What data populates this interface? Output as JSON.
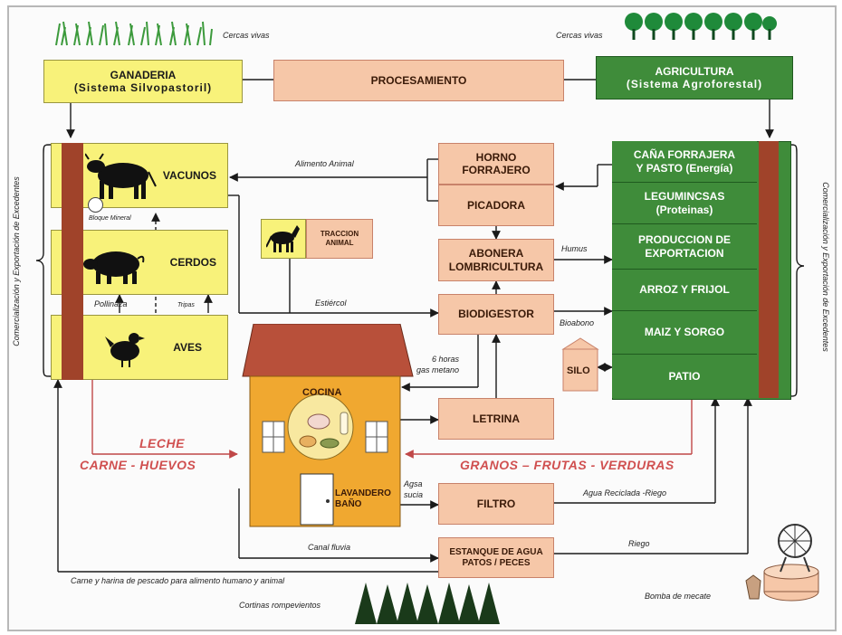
{
  "top": {
    "cercas_left": "Cercas vivas",
    "cercas_right": "Cercas vivas",
    "ganaderia_l1": "GANADERIA",
    "ganaderia_l2": "(Sistema Silvopastoril)",
    "procesamiento": "PROCESAMIENTO",
    "agricultura_l1": "AGRICULTURA",
    "agricultura_l2": "(Sistema Agroforestal)"
  },
  "animals": {
    "vacunos": "VACUNOS",
    "bloque": "Bloque Mineral",
    "cerdos": "CERDOS",
    "pollinaza": "Pollinaza",
    "tripas": "Tripas",
    "aves": "AVES",
    "traccion": "TRACCION\nANIMAL"
  },
  "center": {
    "horno": "HORNO\nFORRAJERO",
    "picadora": "PICADORA",
    "abonera": "ABONERA\nLOMBRICULTURA",
    "biodigestor": "BIODIGESTOR",
    "letrina": "LETRINA",
    "filtro": "FILTRO",
    "estanque": "ESTANQUE DE AGUA\nPATOS / PECES",
    "silo": "SILO",
    "cocina": "COCINA",
    "lavandero": "LAVANDERO\nBAÑO"
  },
  "agri_rows": [
    "CAÑA FORRAJERA\nY PASTO (Energía)",
    "LEGUMINCSAS\n(Proteinas)",
    "PRODUCCION DE\nEXPORTACION",
    "ARROZ Y FRIJOL",
    "MAIZ Y SORGO",
    "PATIO"
  ],
  "labels": {
    "alimento": "Alimento Animal",
    "humus": "Humus",
    "estiercol": "Estiércol",
    "bioabono": "Bioabono",
    "gas": "6 horas\ngas metano",
    "agua_sucia": "Agsa\nsucia",
    "agua_reciclada": "Agua Reciclada -Riego",
    "canal": "Canal  fluvia",
    "riego": "Riego",
    "carne_harina": "Carne y harina de pescado para alimento humano y animal",
    "cortinas": "Cortinas rompevientos",
    "bomba": "Bomba de mecate",
    "side_left": "Comercialización y Exportación de Excedentes",
    "side_right": "Comercialización y Exportación de Excedentes"
  },
  "flows": {
    "leche": "LECHE",
    "carne_huevos": "CARNE  -  HUEVOS",
    "granos": "GRANOS – FRUTAS - VERDURAS"
  },
  "colors": {
    "peach": "#f6c7a8",
    "yellow": "#f8f27a",
    "green": "#3f8c3a",
    "brown_bar": "#a0432a",
    "house": "#f0a830",
    "roof": "#b8503a",
    "red_text": "#d05050"
  }
}
